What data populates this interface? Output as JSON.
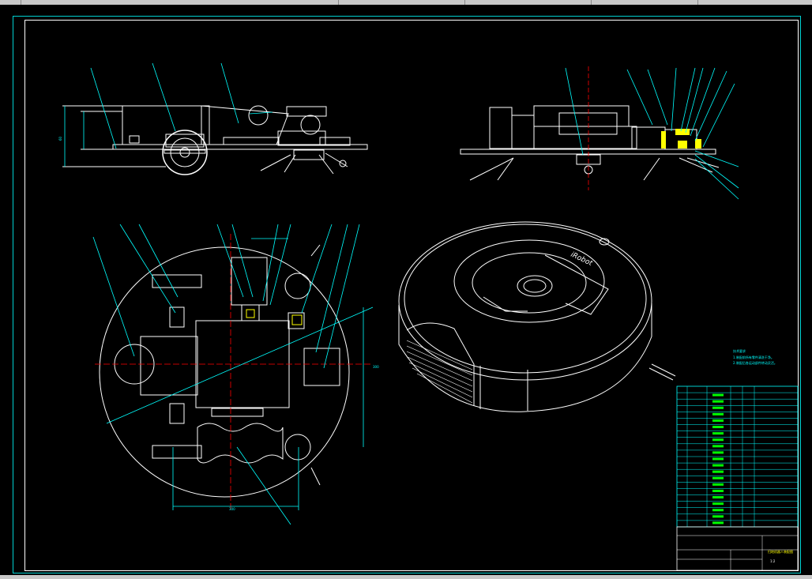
{
  "app": {
    "title": "CAD drawing viewer",
    "ui_chrome_colors": {
      "toolbar": "#c8c8c8",
      "background": "#000000",
      "frame": "#00d0d0",
      "linework": "#ffffff",
      "dims": "#00ffff",
      "centerlines": "#ff0000",
      "highlight": "#ffff00"
    }
  },
  "drawing": {
    "side_view_dim": "60",
    "plan_dim_width": "300",
    "plan_dim_height": "300",
    "logo_text": "iRobot",
    "notes_title": "技术要求",
    "notes_lines": [
      "1.装配前所有零件清洗干净。",
      "2.装配后各运动部件转动灵活。"
    ],
    "title_block_name": "扫地机器人装配图",
    "title_block_scale": "1:2"
  },
  "icons": [
    "drawing-canvas",
    "drawing-frame"
  ]
}
